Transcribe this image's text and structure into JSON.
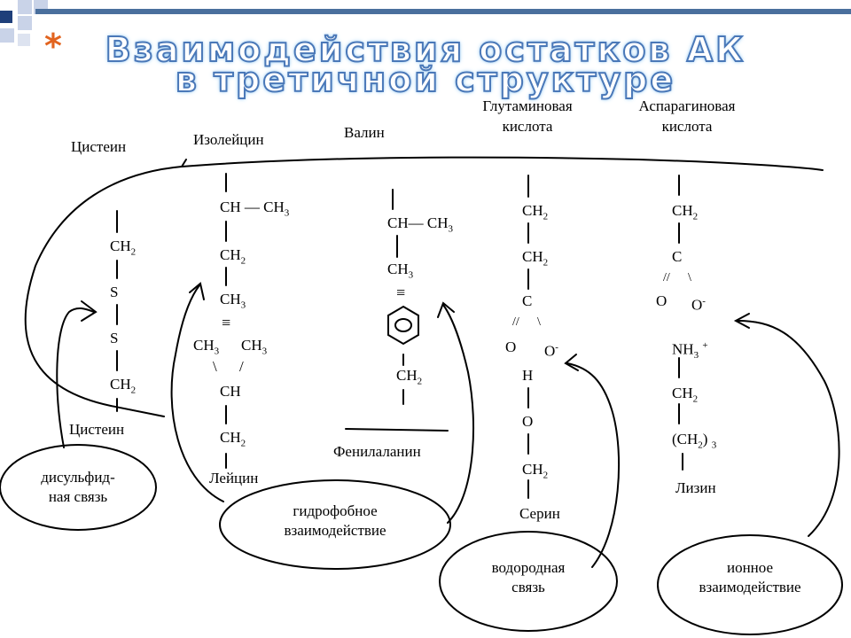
{
  "title": {
    "line1": "Взаимодействия остатков АК",
    "line2": "в третичной структуре",
    "bullet": "*"
  },
  "amino_acids": {
    "cysteine_top": "Цистеин",
    "isoleucine": "Изолейцин",
    "valine": "Валин",
    "glutamic_1": "Глутаминовая",
    "glutamic_2": "кислота",
    "aspartic_1": "Аспарагиновая",
    "aspartic_2": "кислота",
    "cysteine_bottom": "Цистеин",
    "leucine": "Лейцин",
    "phenylalanine": "Фенилаланин",
    "serine": "Серин",
    "lysine": "Лизин"
  },
  "formulas": {
    "ch2": "CH",
    "ch3": "CH",
    "ch": "CH",
    "s": "S",
    "c": "C",
    "o": "O",
    "h": "H",
    "nh3": "NH",
    "ch_ch3_iso": "CH — CH",
    "ch_ch3_val": "CH— CH",
    "ch3_ch3": "CH",
    "ch2_3": "(CH",
    "sub2": "2",
    "sub3": "3",
    "plus": "+",
    "minus": "-",
    "paren_close": ")",
    "triple": "≡",
    "bond_left": "//",
    "bond_right": "\\",
    "leu_left": "\\",
    "leu_right": "/"
  },
  "bonds": {
    "disulfide_1": "дисульфид-",
    "disulfide_2": "ная связь",
    "hydrophobic_1": "гидрофобное",
    "hydrophobic_2": "взаимодействие",
    "hydrogen_1": "водородная",
    "hydrogen_2": "связь",
    "ionic_1": "ионное",
    "ionic_2": "взаимодействие"
  },
  "colors": {
    "title_fill": "#ffffff",
    "title_outline": "#4a78b8",
    "bullet": "#e2641f",
    "corner_dark": "#1f3f7a",
    "corner_light": "#b8c6e0"
  }
}
